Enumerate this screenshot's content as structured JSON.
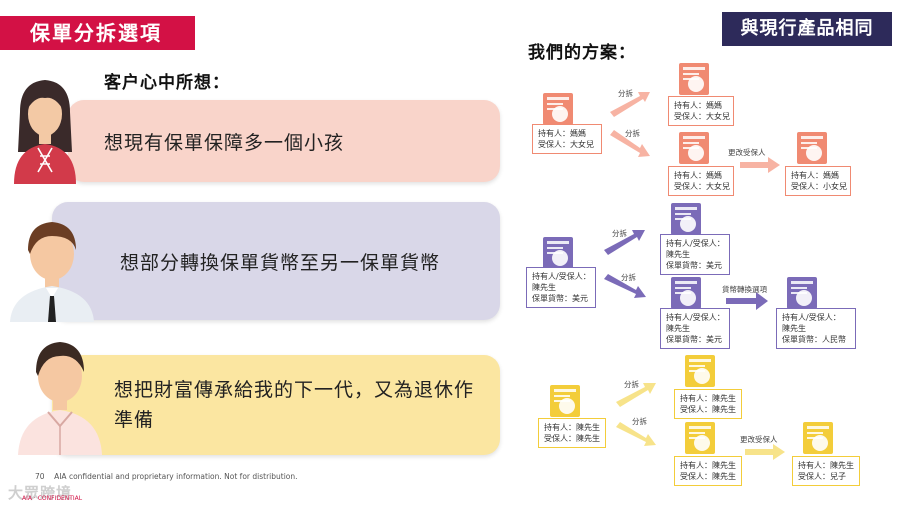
{
  "header": {
    "title": "保單分拆選項",
    "right_tag": "與現行產品相同"
  },
  "left": {
    "heading": "客户心中所想：",
    "bubbles": [
      "想現有保單保障多一個小孩",
      "想部分轉換保單貨幣至另一保單貨幣",
      "想把財富傳承給我的下一代，又為退休作準備"
    ]
  },
  "right": {
    "heading": "我們的方案：",
    "row1": {
      "source": [
        "持有人：媽媽",
        "受保人：大女兒"
      ],
      "top": [
        "持有人：媽媽",
        "受保人：大女兒"
      ],
      "bottom": [
        "持有人：媽媽",
        "受保人：大女兒"
      ],
      "result": [
        "持有人：媽媽",
        "受保人：小女兒"
      ],
      "label_split_1": "分拆",
      "label_split_2": "分拆",
      "label_change": "更改受保人"
    },
    "row2": {
      "source": [
        "持有人/受保人：",
        "陳先生",
        "保單貨幣：美元"
      ],
      "top": [
        "持有人/受保人：",
        "陳先生",
        "保單貨幣：美元"
      ],
      "bottom": [
        "持有人/受保人：",
        "陳先生",
        "保單貨幣：美元"
      ],
      "result": [
        "持有人/受保人：",
        "陳先生",
        "保單貨幣：人民幣"
      ],
      "label_split_1": "分拆",
      "label_split_2": "分拆",
      "label_change": "貨幣轉換選項"
    },
    "row3": {
      "source": [
        "持有人：陳先生",
        "受保人：陳先生"
      ],
      "top": [
        "持有人：陳先生",
        "受保人：陳先生"
      ],
      "bottom": [
        "持有人：陳先生",
        "受保人：陳先生"
      ],
      "result": [
        "持有人：陳先生",
        "受保人：兒子"
      ],
      "label_split_1": "分拆",
      "label_split_2": "分拆",
      "label_change": "更改受保人"
    }
  },
  "footer": {
    "page": "70",
    "note": "AIA confidential and proprietary information. Not for distribution.",
    "logo": "大眾跨境",
    "logo_sub": "AIA · CONFIDENTIAL"
  },
  "colors": {
    "brand_red": "#d31145",
    "navy": "#2d2a5a",
    "salmon": "#f08a72",
    "purple": "#7b6bb8",
    "yellow": "#f3cd3a"
  }
}
